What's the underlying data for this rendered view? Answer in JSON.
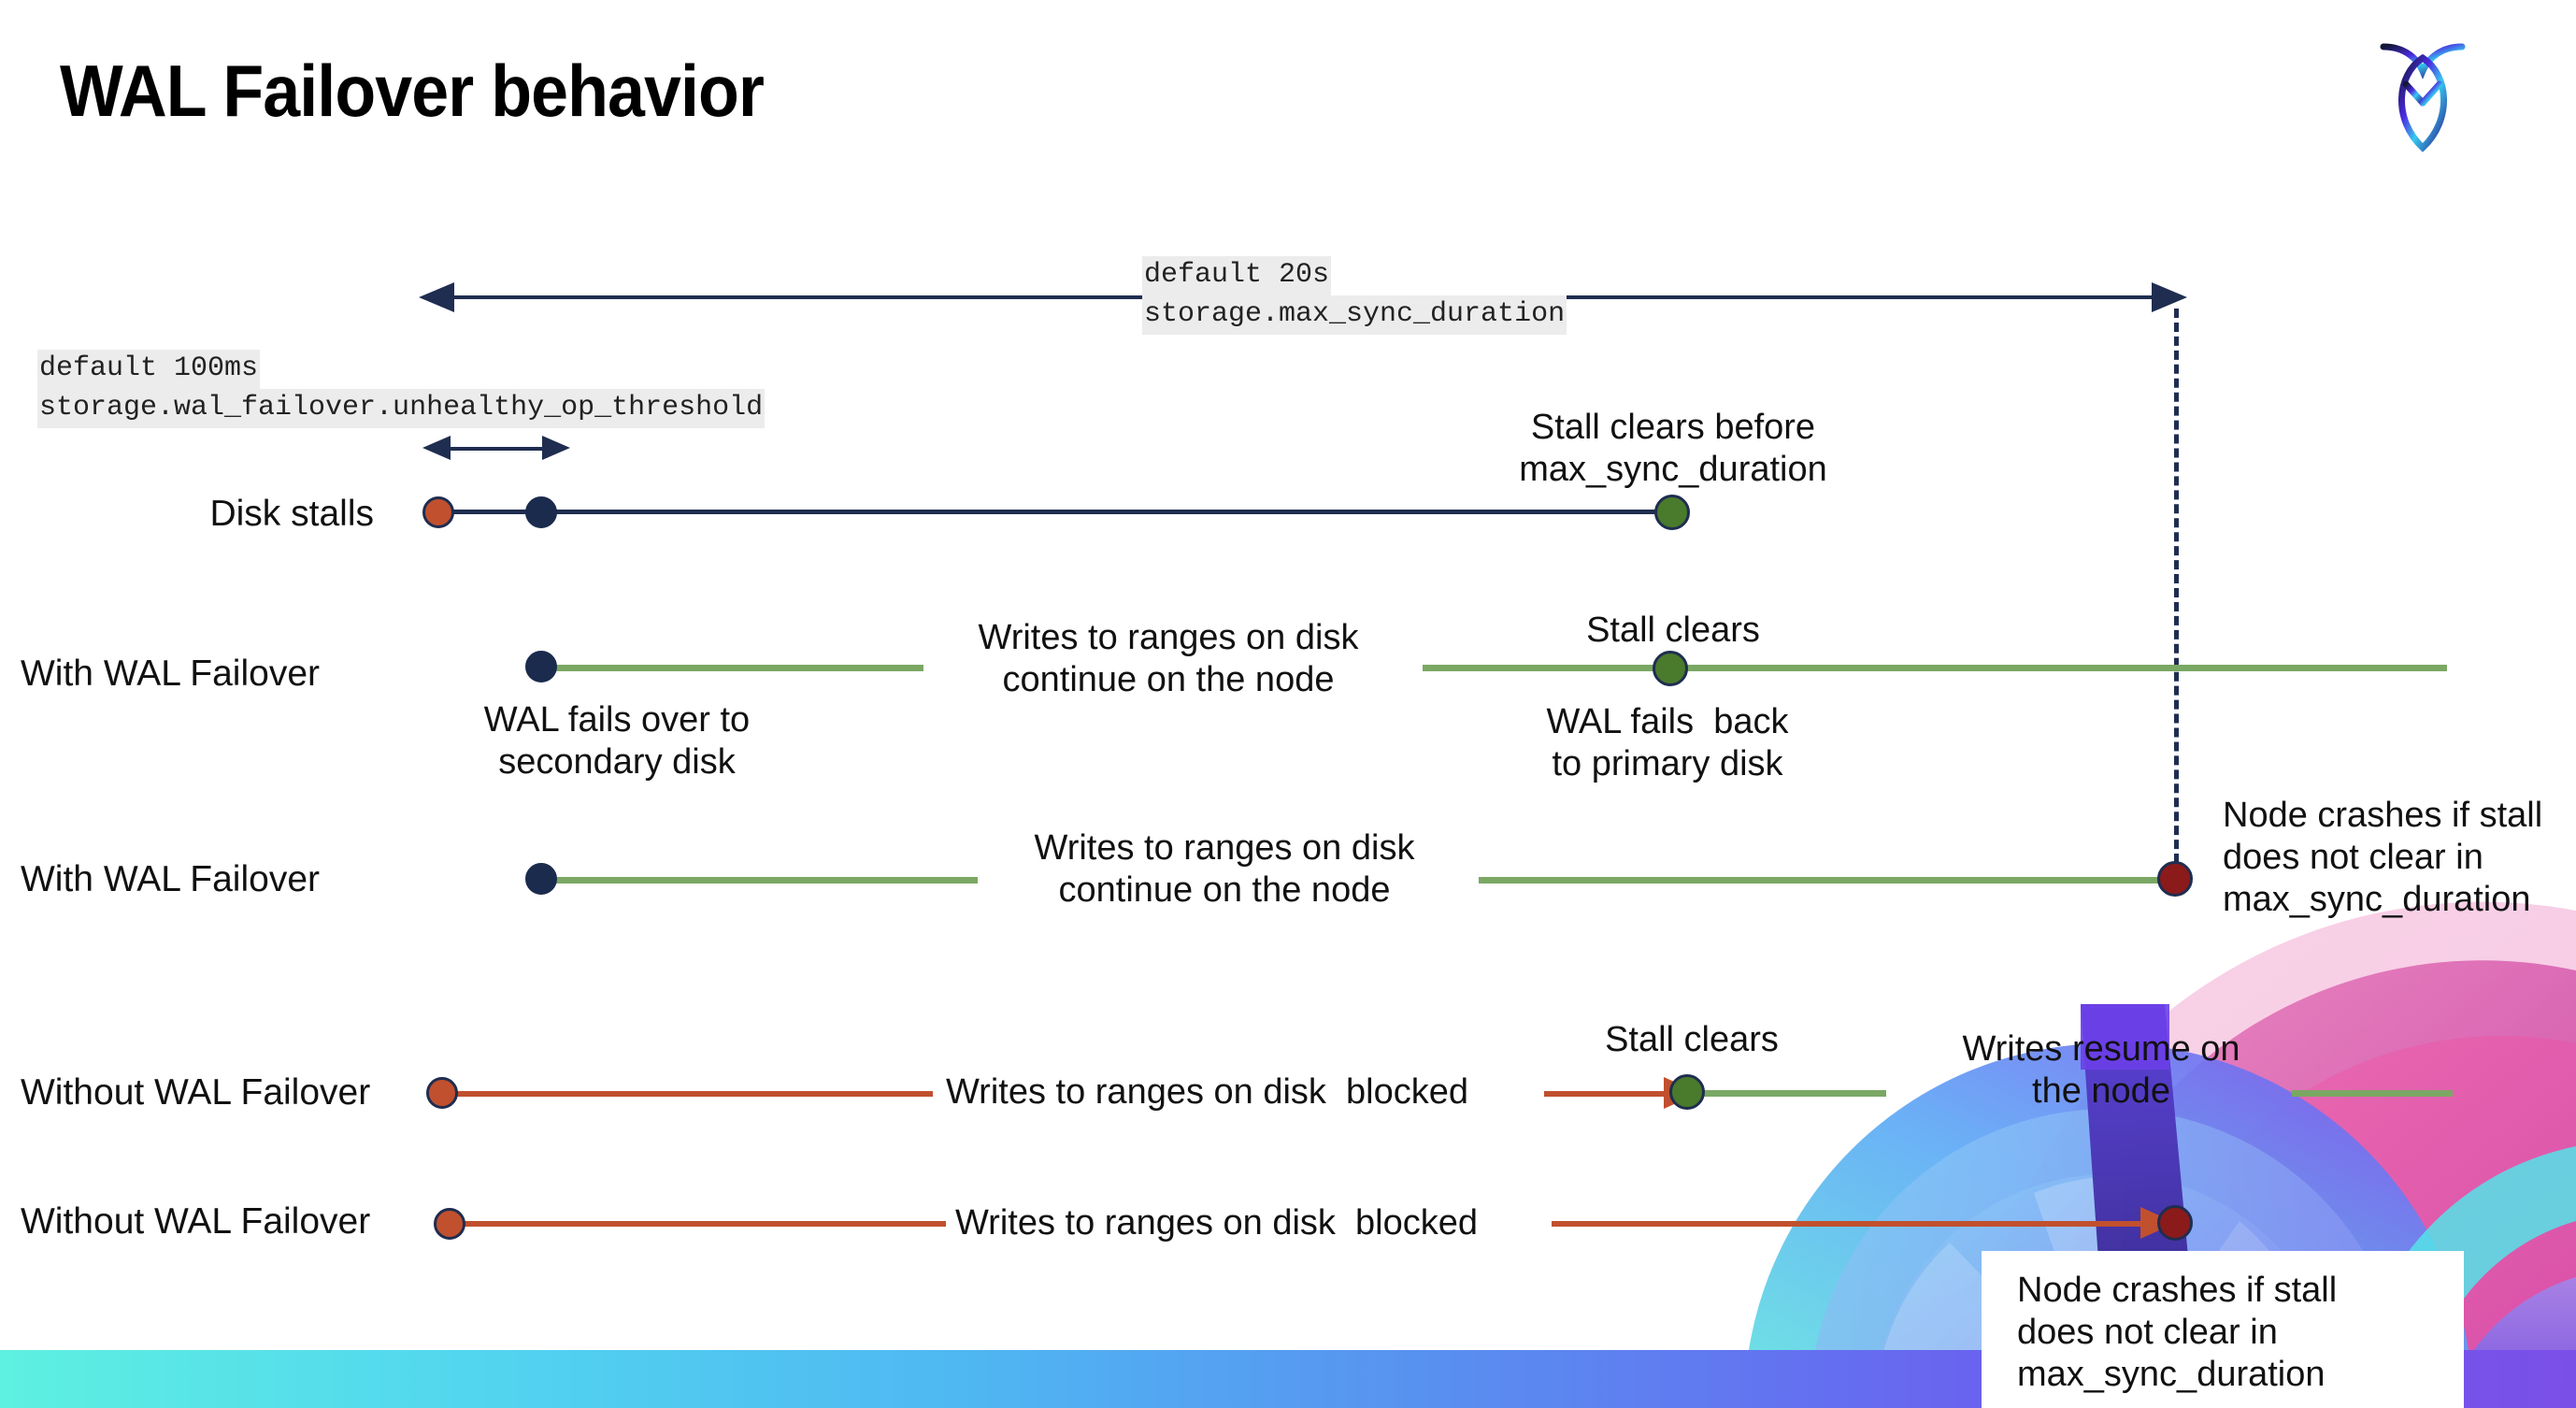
{
  "slide": {
    "title": "WAL Failover behavior",
    "logo_name": "cockroachdb-logo"
  },
  "callouts": {
    "max_sync": {
      "line1": "default 20s",
      "line2": "storage.max_sync_duration"
    },
    "unhealthy_op": {
      "line1": "default 100ms",
      "line2": "storage.wal_failover.unhealthy_op_threshold"
    }
  },
  "rows": [
    {
      "label": "Disk stalls",
      "notes": {
        "stall_clears_before": "Stall clears before\nmax_sync_duration"
      }
    },
    {
      "label": "With WAL Failover",
      "notes": {
        "writes_continue": "Writes to ranges on disk\ncontinue on the node",
        "stall_clears": "Stall clears",
        "fails_over": "WAL fails over to\nsecondary disk",
        "fails_back": "WAL fails  back\nto primary disk"
      }
    },
    {
      "label": "With WAL Failover",
      "notes": {
        "writes_continue": "Writes to ranges on disk\ncontinue on the node",
        "node_crashes": "Node crashes if stall\ndoes not clear in\nmax_sync_duration"
      }
    },
    {
      "label": "Without WAL Failover",
      "notes": {
        "writes_blocked": "Writes to ranges on disk  blocked",
        "stall_clears": "Stall clears",
        "writes_resume": "Writes resume on\nthe node"
      }
    },
    {
      "label": "Without WAL Failover",
      "notes": {
        "writes_blocked": "Writes to ranges on disk  blocked",
        "node_crashes": "Node crashes if stall\ndoes not clear in\nmax_sync_duration"
      }
    }
  ],
  "colors": {
    "navy": "#1f2d50",
    "green_line": "#7aa864",
    "green_dot": "#4a7a2c",
    "orange": "#c1502e",
    "red_dot": "#8b1a1a",
    "code_bg": "#ececec"
  }
}
